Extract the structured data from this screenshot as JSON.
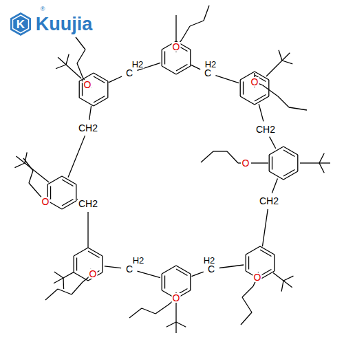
{
  "diagram": {
    "labels": [
      "K",
      "®",
      "Kuujia",
      "O",
      "H2",
      "C",
      "H2",
      "C",
      "O",
      "O",
      "CH2",
      "CH2",
      "O",
      "O",
      "CH2",
      "CH2",
      "H2",
      "C",
      "H2",
      "C",
      "O",
      "O",
      "O"
    ]
  }
}
